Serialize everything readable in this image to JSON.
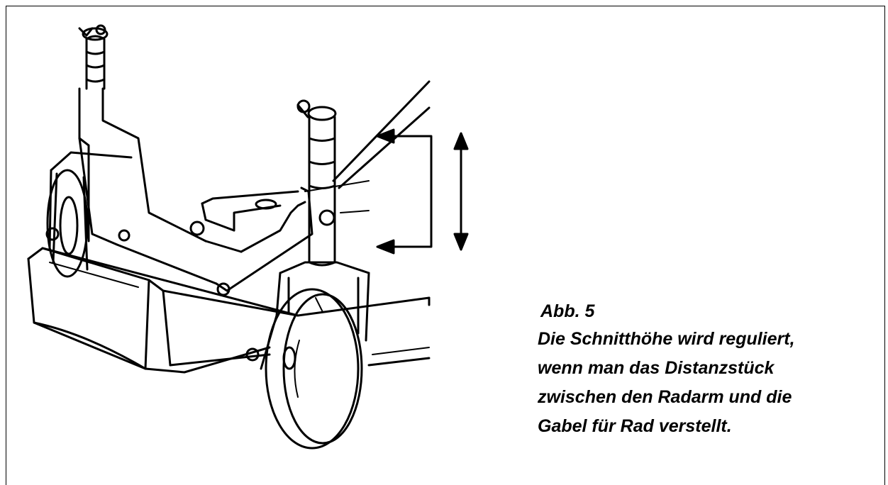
{
  "figure": {
    "label": "Abb. 5",
    "caption_lines": [
      "Die Schnitthöhe wird reguliert,",
      "wenn man das Distanzstück",
      "zwischen den Radarm und die",
      "Gabel für Rad verstellt."
    ]
  },
  "colors": {
    "ink": "#000000",
    "paper": "#ffffff"
  }
}
